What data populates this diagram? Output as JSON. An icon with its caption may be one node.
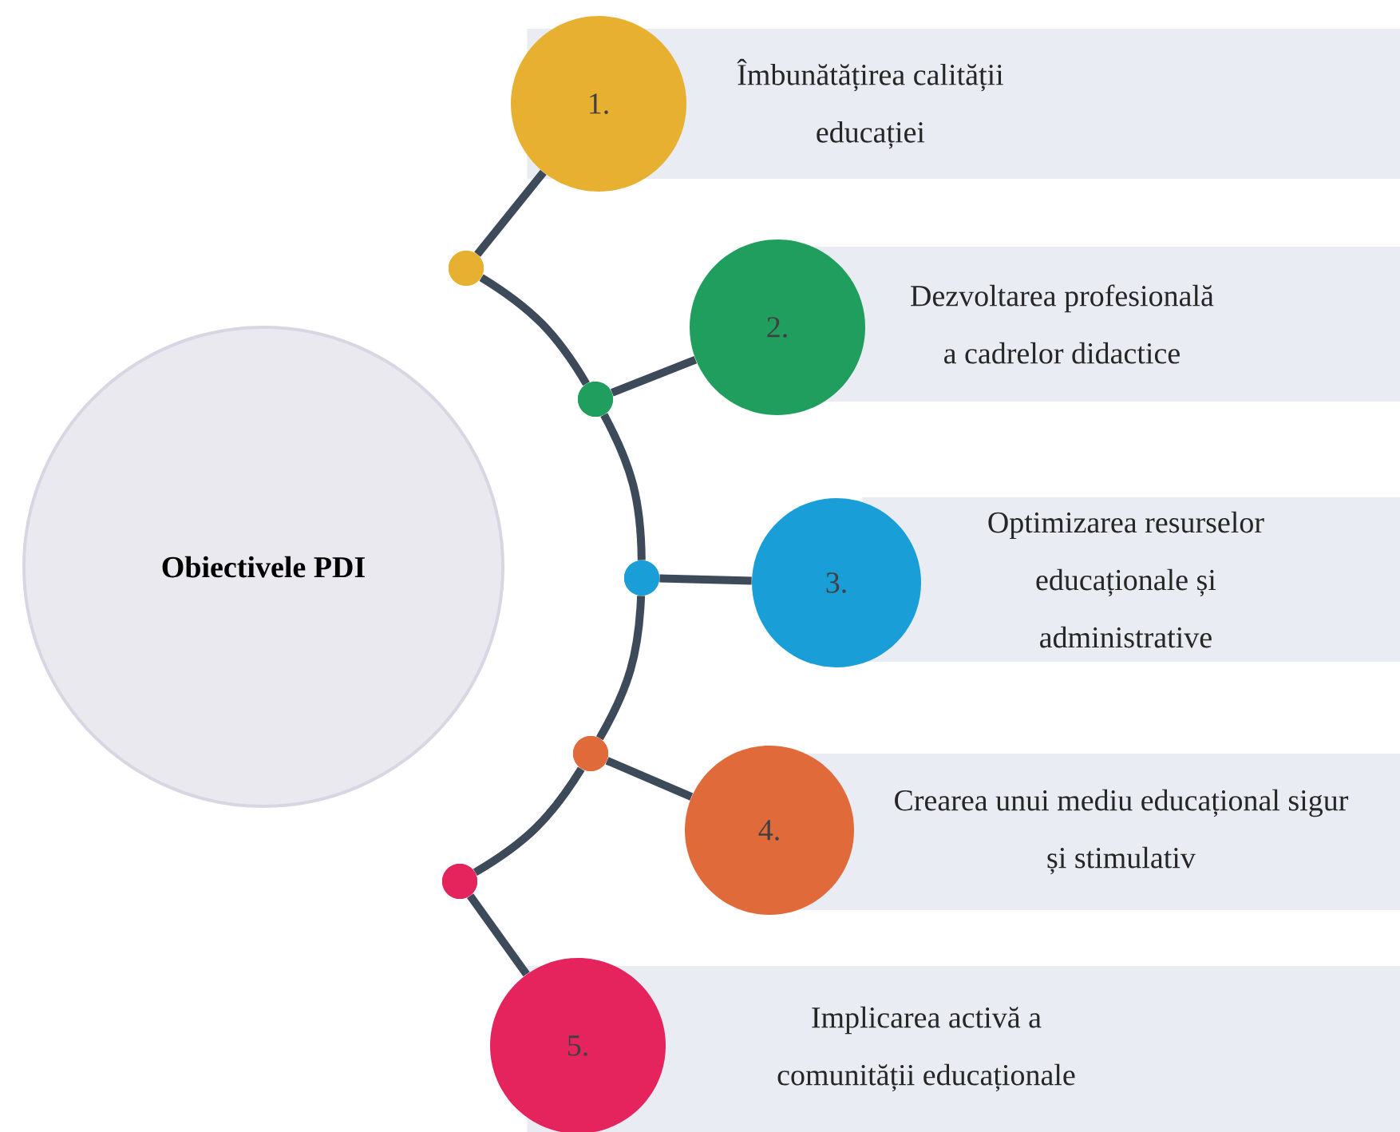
{
  "diagram": {
    "nodes": [
      {
        "text": [
          "Obiectivele PDI"
        ]
      },
      {
        "text": [
          "1."
        ]
      },
      {
        "text": [
          "2."
        ]
      },
      {
        "text": [
          "3."
        ]
      },
      {
        "text": [
          "4."
        ]
      },
      {
        "text": [
          "5."
        ]
      },
      {
        "text": [
          "Îmbunătățirea calității educației"
        ]
      },
      {
        "text": [
          "Dezvoltarea profesională a cadrelor didactice"
        ]
      },
      {
        "text": [
          "Optimizarea resurselor educaționale și administrative"
        ]
      },
      {
        "text": [
          "Crearea unui mediu educațional sigur și stimulativ"
        ]
      },
      {
        "text": [
          "Implicarea activă a comunității educaționale"
        ]
      },
      {
        "text": [],
        "shape": "circle"
      },
      {
        "text": [],
        "shape": "circle"
      },
      {
        "text": [],
        "shape": "circle"
      },
      {
        "text": [],
        "shape": "circle"
      },
      {
        "text": [],
        "shape": "circle"
      }
    ],
    "edges": [
      {
        "from": 1,
        "to": 11,
        "arrow": "none"
      },
      {
        "from": 11,
        "to": 12,
        "arrow": "none"
      },
      {
        "from": 12,
        "to": 13,
        "arrow": "none"
      },
      {
        "from": 13,
        "to": 14,
        "arrow": "none"
      },
      {
        "from": 14,
        "to": 15,
        "arrow": "none"
      },
      {
        "from": 15,
        "to": 5,
        "arrow": "none"
      },
      {
        "from": 12,
        "to": 2,
        "arrow": "none"
      },
      {
        "from": 13,
        "to": 3,
        "arrow": "none"
      },
      {
        "from": 14,
        "to": 4,
        "arrow": "none"
      }
    ]
  }
}
